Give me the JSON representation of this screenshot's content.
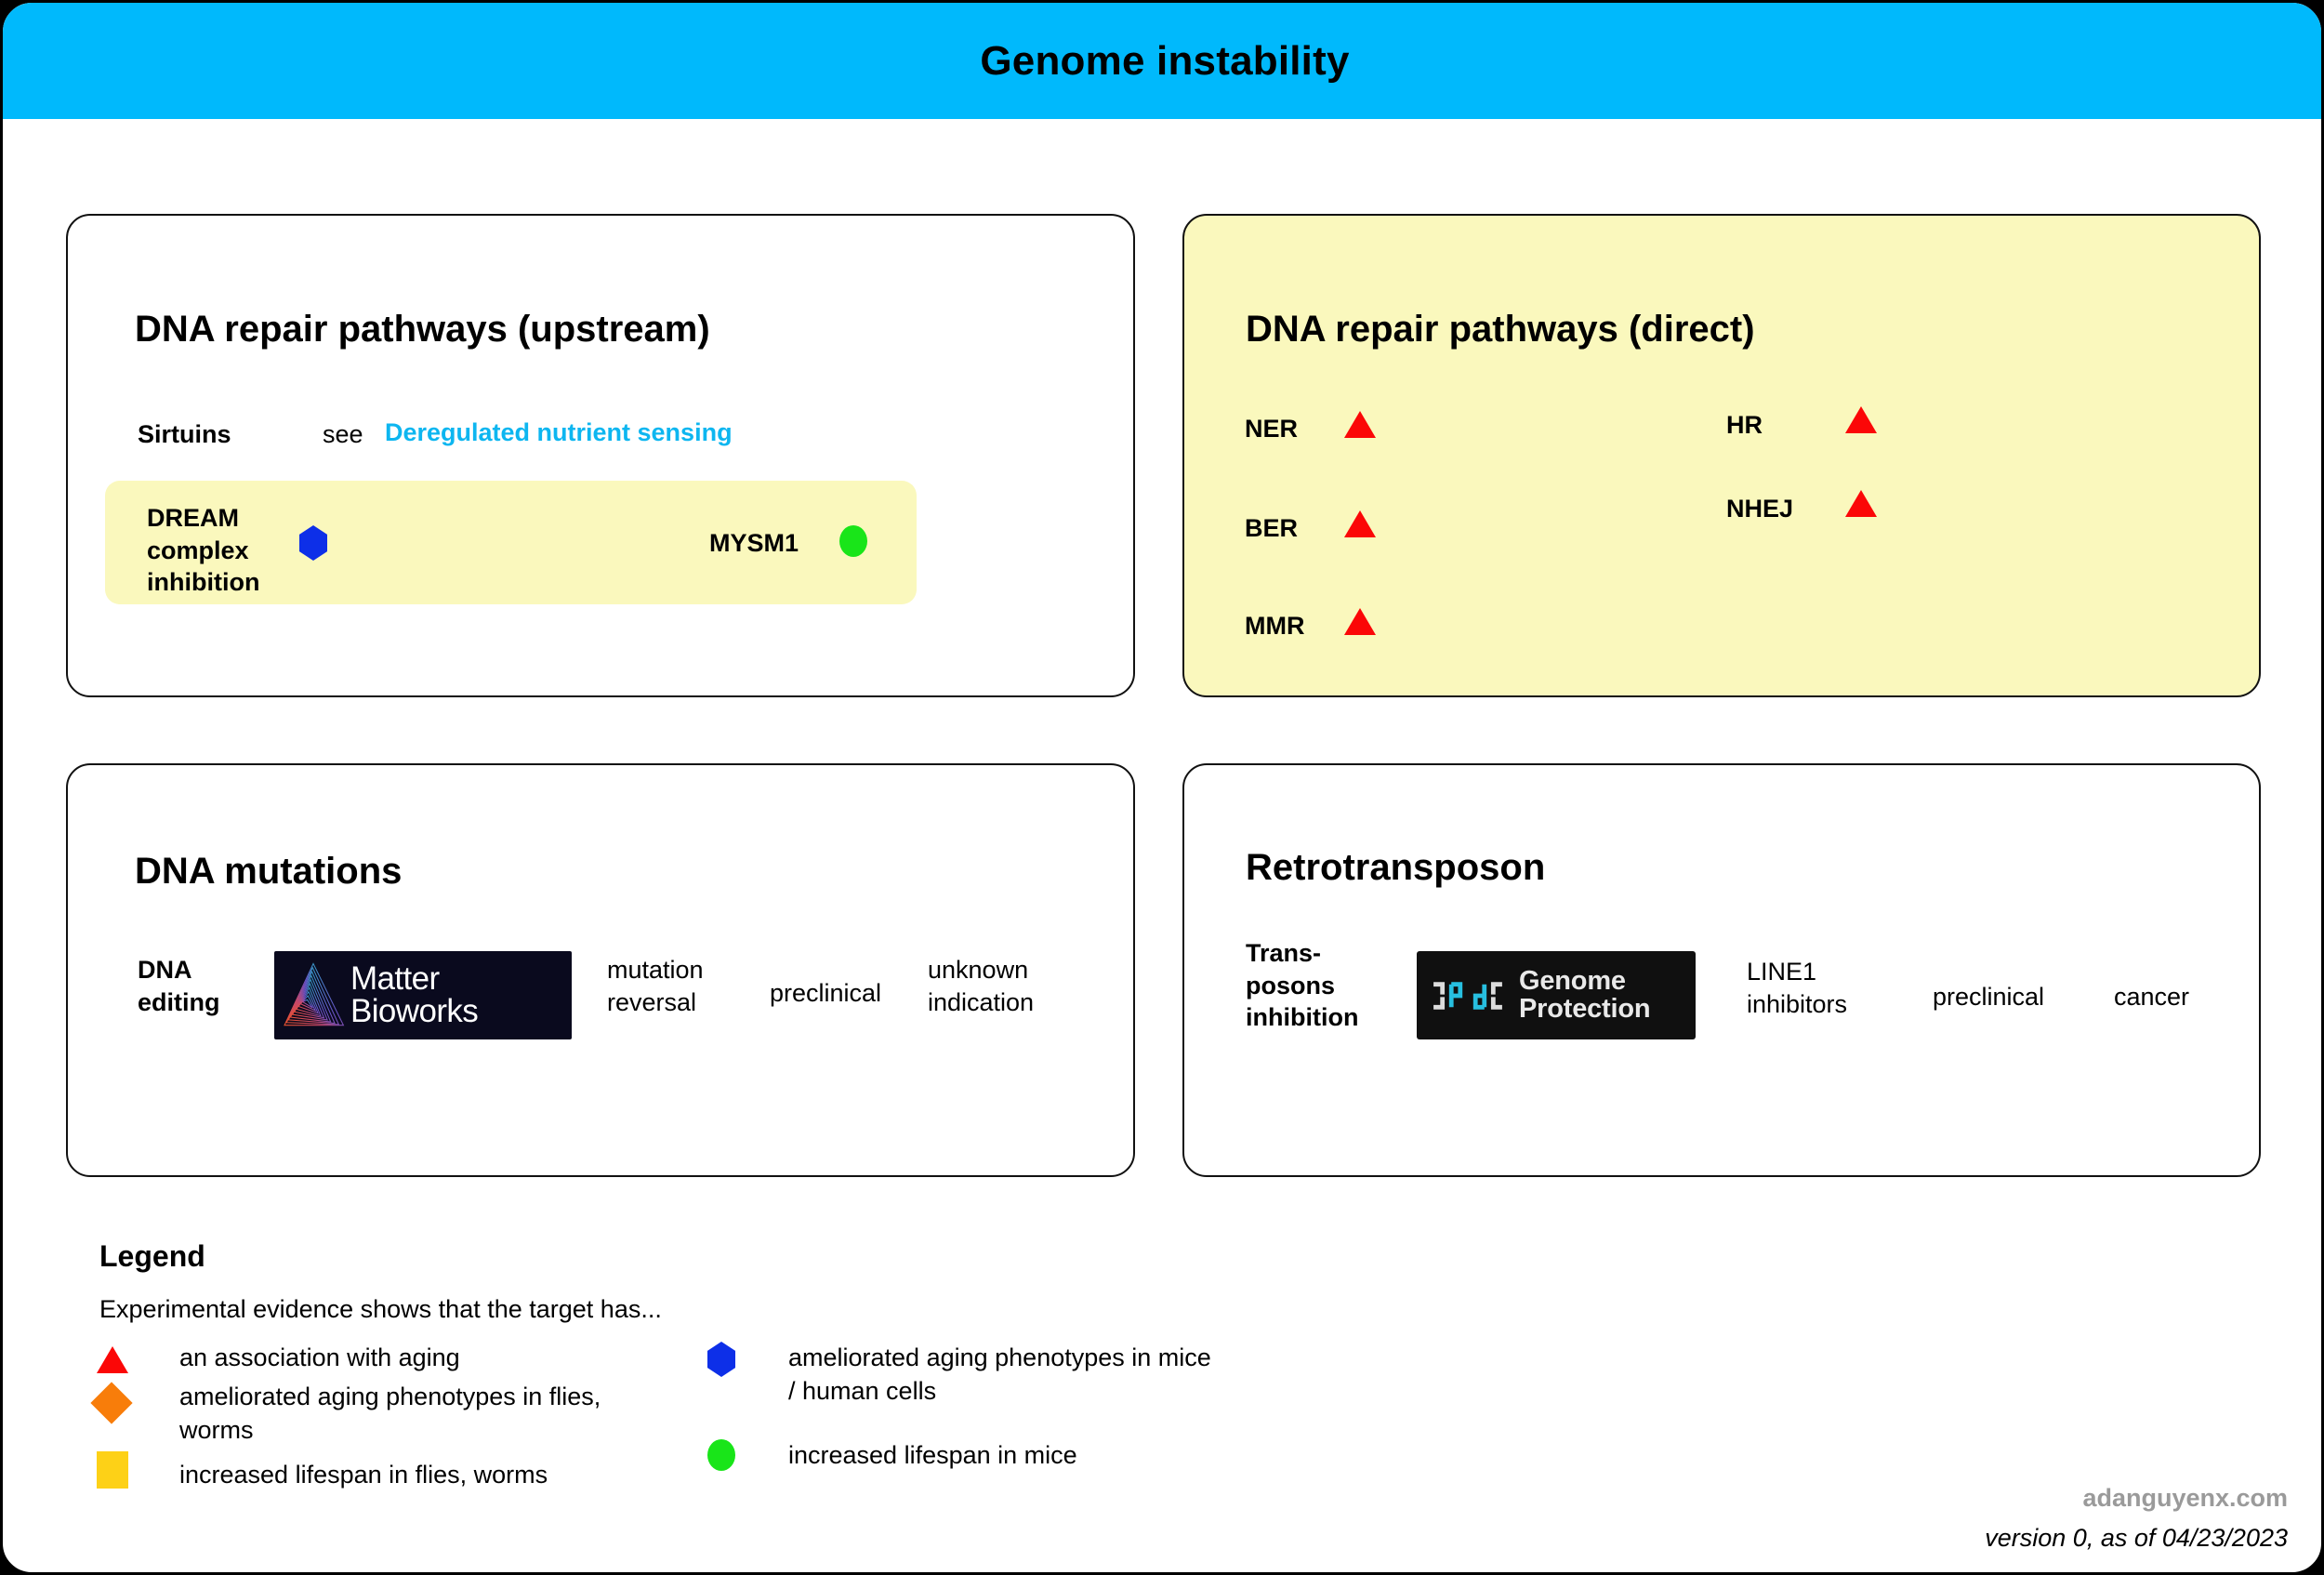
{
  "header": {
    "title": "Genome instability"
  },
  "cards": {
    "upstream": {
      "title": "DNA repair pathways (upstream)",
      "sirtuins_label": "Sirtuins",
      "see_label": "see",
      "link_label": "Deregulated nutrient sensing",
      "dream_label": "DREAM\ncomplex\ninhibition",
      "dream_marker": "hexagon-blue-icon",
      "mysm1_label": "MYSM1",
      "mysm1_marker": "circle-green-icon"
    },
    "direct": {
      "title": "DNA repair pathways (direct)",
      "left_items": [
        {
          "label": "NER",
          "marker": "triangle-red-icon"
        },
        {
          "label": "BER",
          "marker": "triangle-red-icon"
        },
        {
          "label": "MMR",
          "marker": "triangle-red-icon"
        }
      ],
      "right_items": [
        {
          "label": "HR",
          "marker": "triangle-red-icon"
        },
        {
          "label": "NHEJ",
          "marker": "triangle-red-icon"
        }
      ]
    },
    "mutations": {
      "title": "DNA mutations",
      "row": {
        "modality": "DNA\nediting",
        "company": "Matter Bioworks",
        "company_line1": "Matter",
        "company_line2": "Bioworks",
        "approach": "mutation\nreversal",
        "stage": "preclinical",
        "indication": "unknown\nindication"
      }
    },
    "retrotransposon": {
      "title": "Retrotransposon",
      "row": {
        "modality": "Trans-\nposons\ninhibition",
        "company": "Genome Protection",
        "company_line1": "Genome",
        "company_line2": "Protection",
        "approach": "LINE1\ninhibitors",
        "stage": "preclinical",
        "indication": "cancer"
      }
    }
  },
  "legend": {
    "title": "Legend",
    "subtitle": "Experimental evidence shows that the target has...",
    "left_items": [
      {
        "marker": "triangle-red-icon",
        "label": "an association with aging"
      },
      {
        "marker": "diamond-orange-icon",
        "label": "ameliorated aging phenotypes in flies,\nworms"
      },
      {
        "marker": "square-yellow-icon",
        "label": "increased lifespan in flies, worms"
      }
    ],
    "right_items": [
      {
        "marker": "hexagon-blue-icon",
        "label": "ameliorated aging phenotypes in mice\n/ human cells"
      },
      {
        "marker": "circle-green-icon",
        "label": "increased lifespan in mice"
      }
    ]
  },
  "footer": {
    "site": "adanguyenx.com",
    "version": "version 0, as of 04/23/2023"
  },
  "colors": {
    "header_bg": "#00b9fc",
    "card_yellow": "#faf8bd",
    "link": "#0db6f0",
    "marker_red": "#fb0707",
    "marker_orange": "#f87d0a",
    "marker_yellow": "#fdd117",
    "marker_blue": "#0d2fe8",
    "marker_green": "#19e519",
    "footer_gray": "#9a9a9a"
  }
}
